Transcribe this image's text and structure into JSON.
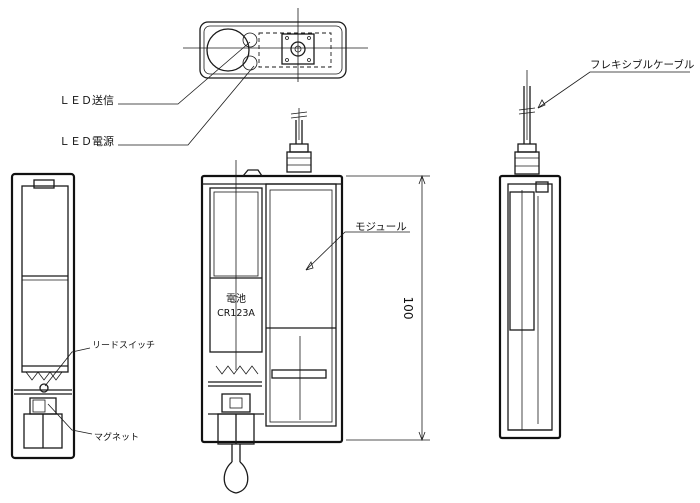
{
  "labels": {
    "led_send": "ＬＥＤ送信",
    "led_power": "ＬＥＤ電源",
    "flex_cable": "フレキシブルケーブル",
    "module": "モジュール",
    "dimension": "100",
    "battery_line1": "電池",
    "battery_line2": "CR123A",
    "reed_switch": "リードスイッチ",
    "magnet": "マグネット"
  }
}
